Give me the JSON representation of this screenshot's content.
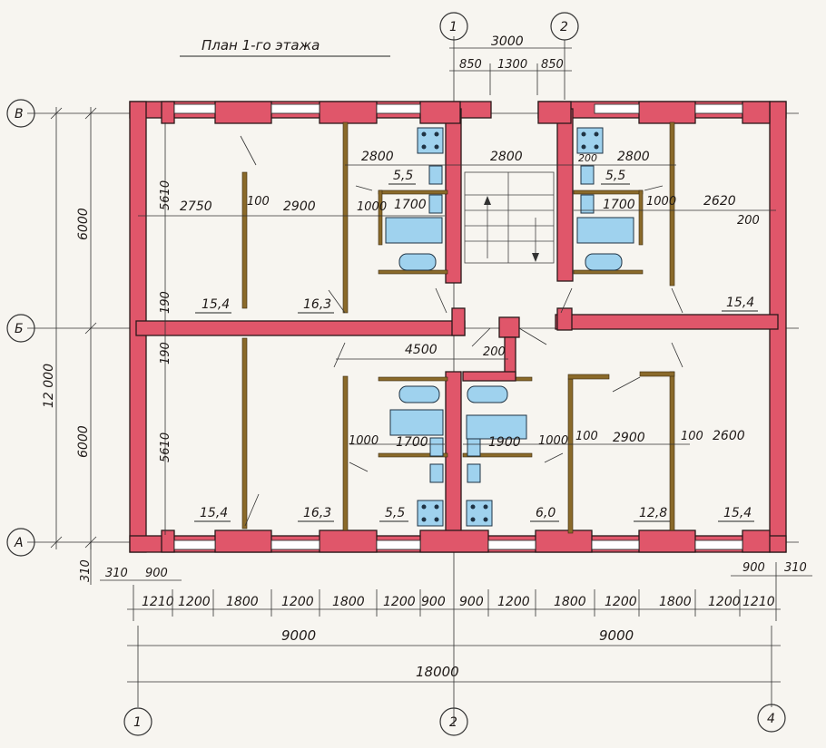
{
  "title": "План 1-го этажа",
  "axes": {
    "letters": [
      "В",
      "Б",
      "А"
    ],
    "numbers_top": [
      "1",
      "2"
    ],
    "numbers_bottom": [
      "1",
      "2",
      "4"
    ]
  },
  "top_dims": {
    "total": "3000",
    "parts": [
      "850",
      "1300",
      "850"
    ]
  },
  "left_dims": {
    "upper": "6000",
    "total": "12 000",
    "lower": "6000",
    "bottom_offset": "310"
  },
  "inner_dims": {
    "upper_5610": "5610",
    "upper_190": "190",
    "lower_190": "190",
    "lower_5610": "5610"
  },
  "room_dims": {
    "upper_row_2800_left": "2800",
    "upper_row_2800_center": "2800",
    "upper_row_2800_right": "2800",
    "upper_row_200": "200",
    "upper_left_2750": "2750",
    "upper_left_100": "100",
    "upper_left_2900": "2900",
    "upper_left_1000": "1000",
    "upper_left_1700": "1700",
    "upper_right_1700": "1700",
    "upper_right_1000": "1000",
    "upper_right_2620": "2620",
    "upper_right_200": "200",
    "lower_4500": "4500",
    "lower_200": "200",
    "lower_left_1000": "1000",
    "lower_left_1700": "1700",
    "lower_right_1900": "1900",
    "lower_right_1000": "1000",
    "lower_right_100a": "100",
    "lower_right_2900": "2900",
    "lower_right_100b": "100",
    "lower_right_2600": "2600"
  },
  "areas": {
    "upper_left_room": "15,4",
    "upper_mid_room": "16,3",
    "upper_left_bath": "5,5",
    "upper_right_bath": "5,5",
    "upper_right_room": "15,4",
    "lower_left_room": "15,4",
    "lower_mid_room": "16,3",
    "lower_left_kitchen": "5,5",
    "lower_right_kitchen": "6,0",
    "lower_right_mid": "12,8",
    "lower_right_room": "15,4"
  },
  "bottom_dims": {
    "left_310": "310",
    "left_900": "900",
    "right_900": "900",
    "right_310": "310",
    "row": [
      "1210",
      "1200",
      "1800",
      "1200",
      "1800",
      "1200",
      "900",
      "900",
      "1200",
      "1800",
      "1200",
      "1800",
      "1200",
      "1210"
    ],
    "half_left": "9000",
    "half_right": "9000",
    "total": "18000"
  },
  "colors": {
    "wall": "#e0566a",
    "fixture": "#9fd2ee",
    "partition": "#8a6a2a",
    "background": "#f7f5f0"
  }
}
